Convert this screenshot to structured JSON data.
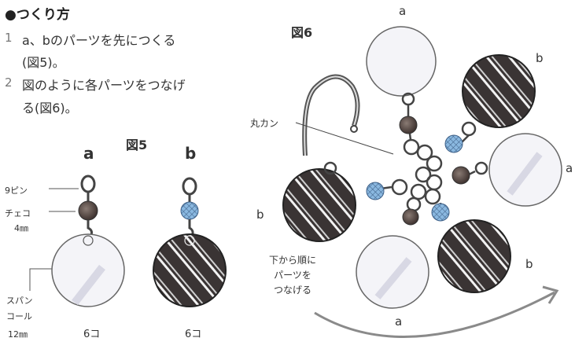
{
  "instructions": {
    "heading": "●つくり方",
    "steps": [
      {
        "num": "1",
        "line1": "a、bのパーツを先につくる",
        "line2": "(図5)。"
      },
      {
        "num": "2",
        "line1": "図のように各パーツをつなげ",
        "line2": "る(図6)。"
      }
    ]
  },
  "figure5": {
    "title": "図5",
    "part_a": {
      "label": "a",
      "count": "6コ"
    },
    "part_b": {
      "label": "b",
      "count": "6コ"
    },
    "callouts": {
      "pin": "9ピン",
      "bead_name": "チェコ",
      "bead_size": "4㎜",
      "sequin_1": "スパン",
      "sequin_2": "コール",
      "sequin_3": "12㎜"
    }
  },
  "figure6": {
    "title": "図6",
    "ring_label": "丸カン",
    "note": [
      "下から順に",
      "パーツを",
      "つなげる"
    ],
    "part_labels": {
      "a_top": "a",
      "b_topright": "b",
      "a_right": "a",
      "b_left": "b",
      "b_bottomright": "b",
      "a_bottom": "a"
    }
  },
  "colors": {
    "bead_brown": "#5a4a44",
    "bead_blue": "#8ab8e0",
    "sequin_dark": "#3a3434",
    "sequin_light": "#f4f4f8",
    "line": "#666666"
  }
}
